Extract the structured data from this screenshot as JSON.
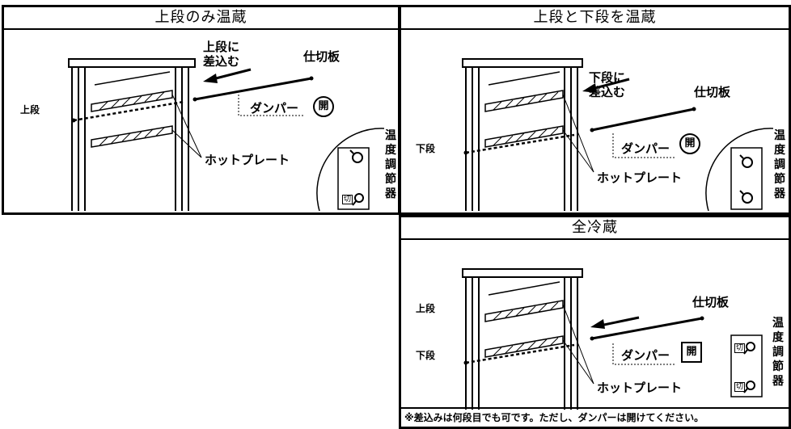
{
  "panels": {
    "upper_only": {
      "title": "上段のみ温蔵",
      "shelf_label": "上段",
      "arrow_label_line1": "上段に",
      "arrow_label_line2": "差込む",
      "partition_label": "仕切板",
      "damper_label": "ダンパー",
      "damper_state": "開",
      "hotplate_label": "ホットプレート",
      "controller_chars": [
        "温",
        "度",
        "調",
        "節",
        "器"
      ],
      "switch_label": "切"
    },
    "upper_and_lower": {
      "title": "上段と下段を温蔵",
      "shelf_label": "下段",
      "arrow_label_line1": "下段に",
      "arrow_label_line2": "差込む",
      "partition_label": "仕切板",
      "damper_label": "ダンパー",
      "damper_state": "開",
      "hotplate_label": "ホットプレート",
      "controller_chars": [
        "温",
        "度",
        "調",
        "節",
        "器"
      ]
    },
    "all_cold": {
      "title": "全冷蔵",
      "shelf_label_upper": "上段",
      "shelf_label_lower": "下段",
      "partition_label": "仕切板",
      "damper_label": "ダンパー",
      "damper_state": "開",
      "hotplate_label": "ホットプレート",
      "controller_chars": [
        "温",
        "度",
        "調",
        "節",
        "器"
      ],
      "switch_label": "切",
      "note": "※差込みは何段目でも可です。ただし、ダンパーは開けてください。"
    }
  }
}
